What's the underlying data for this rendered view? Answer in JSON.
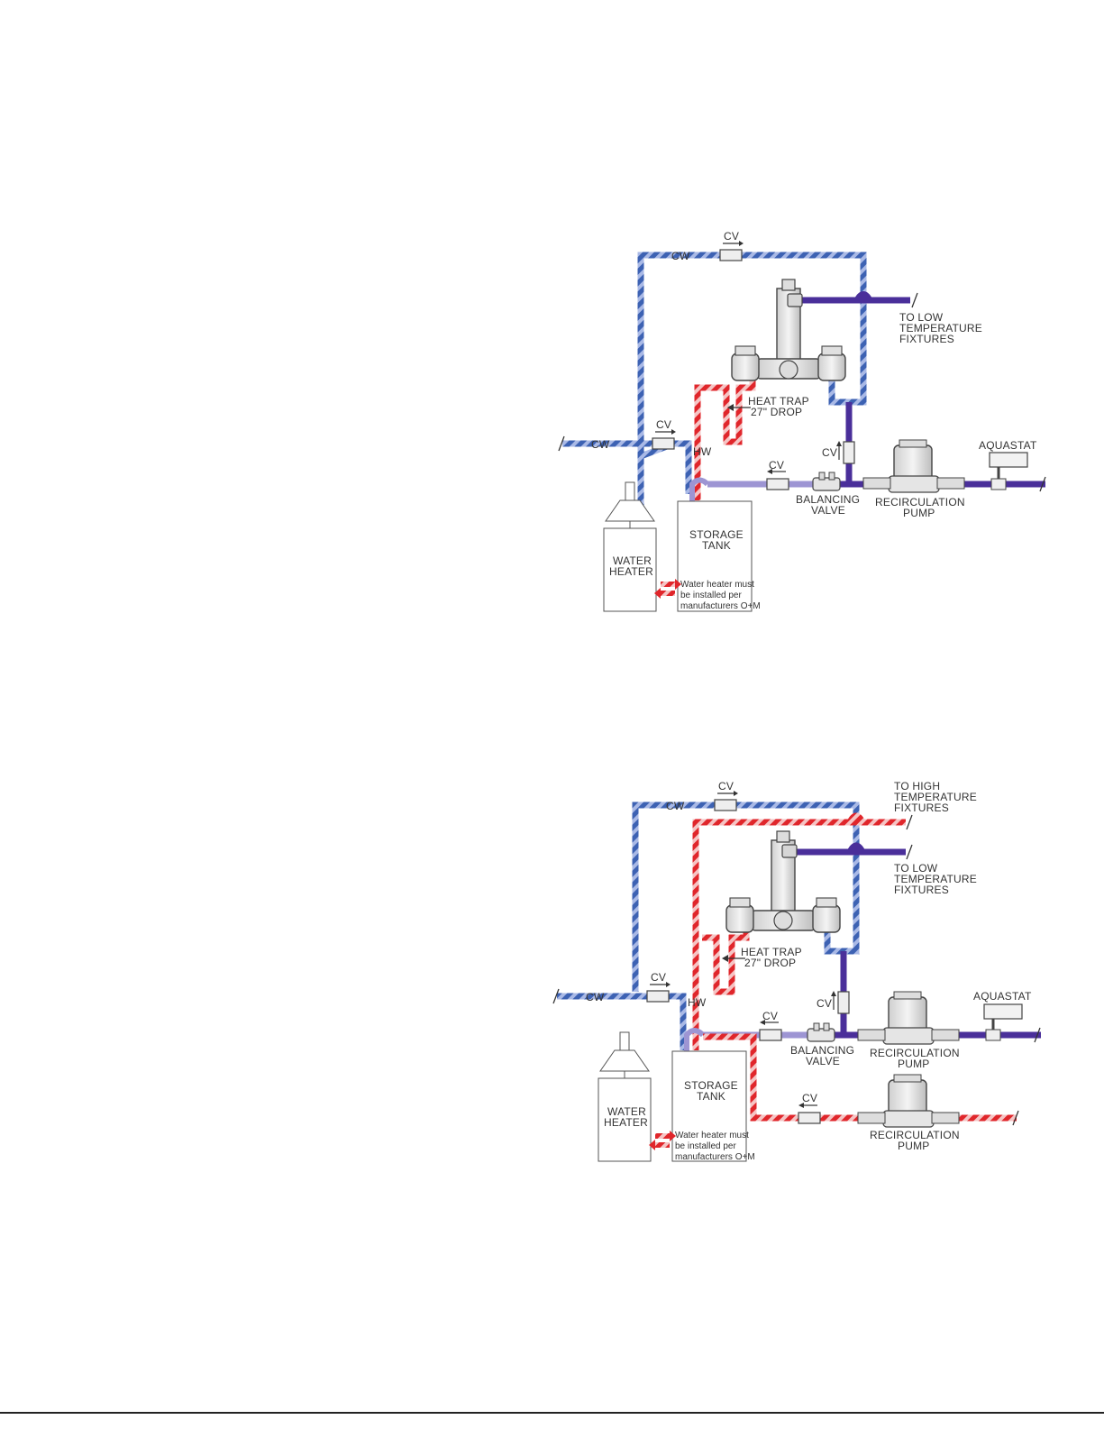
{
  "colors": {
    "cold_stripe_a": "#3d62b3",
    "cold_stripe_b": "#a9b9e6",
    "hot_stripe_a": "#e0262b",
    "hot_stripe_b": "#f2b4b4",
    "hot_solid": "#e0262b",
    "tempered": "#4a2f9a",
    "return": "#9d95d3",
    "component_fill": "#e6e6e6",
    "component_stroke": "#444444"
  },
  "diagrams": [
    {
      "labels": {
        "cv_top": "CV",
        "cw_top": "CW",
        "to_low_1": "TO LOW",
        "to_low_2": "TEMPERATURE",
        "to_low_3": "FIXTURES",
        "heat_trap_1": "HEAT TRAP",
        "heat_trap_2": "27\" DROP",
        "cv_inlet": "CV",
        "cw_inlet": "CW",
        "hw": "HW",
        "cv_vertical": "CV",
        "cv_return": "CV",
        "balancing_1": "BALANCING",
        "balancing_2": "VALVE",
        "recirc_1": "RECIRCULATION",
        "recirc_2": "PUMP",
        "aquastat": "AQUASTAT",
        "storage_1": "STORAGE",
        "storage_2": "TANK",
        "water_heater_1": "WATER",
        "water_heater_2": "HEATER",
        "note_1": "Water heater must",
        "note_2": "be installed per",
        "note_3": "manufacturers O+M"
      }
    },
    {
      "labels": {
        "cv_top": "CV",
        "cw_top": "CW",
        "to_high_1": "TO HIGH",
        "to_high_2": "TEMPERATURE",
        "to_high_3": "FIXTURES",
        "to_low_1": "TO LOW",
        "to_low_2": "TEMPERATURE",
        "to_low_3": "FIXTURES",
        "heat_trap_1": "HEAT TRAP",
        "heat_trap_2": "27\" DROP",
        "cv_inlet": "CV",
        "cw_inlet": "CW",
        "hw": "HW",
        "cv_vertical": "CV",
        "cv_return": "CV",
        "balancing_1": "BALANCING",
        "balancing_2": "VALVE",
        "recirc_1": "RECIRCULATION",
        "recirc_2": "PUMP",
        "aquastat": "AQUASTAT",
        "storage_1": "STORAGE",
        "storage_2": "TANK",
        "water_heater_1": "WATER",
        "water_heater_2": "HEATER",
        "note_1": "Water heater must",
        "note_2": "be installed per",
        "note_3": "manufacturers O+M",
        "cv_hot_return": "CV",
        "recirc2_1": "RECIRCULATION",
        "recirc2_2": "PUMP"
      }
    }
  ]
}
